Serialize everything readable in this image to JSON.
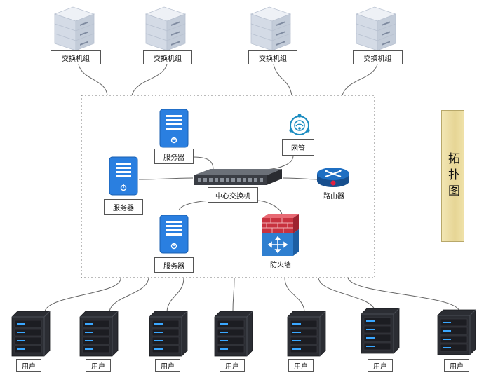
{
  "switch_group_label": "交换机组",
  "server_label": "服务器",
  "core_switch_label": "中心交换机",
  "nms_label": "网管",
  "router_label": "路由器",
  "firewall_label": "防火墙",
  "user_label": "用户",
  "side_title": "拓扑图",
  "colors": {
    "server_blue": "#2a7fe0",
    "firewall_red": "#c8323f",
    "firewall_blue": "#2f7fd0",
    "router_blue": "#1f6fc2",
    "user_tower_dark": "#2b2d33",
    "user_led_blue": "#3aa7ff",
    "title_bg": "#e6d595"
  }
}
